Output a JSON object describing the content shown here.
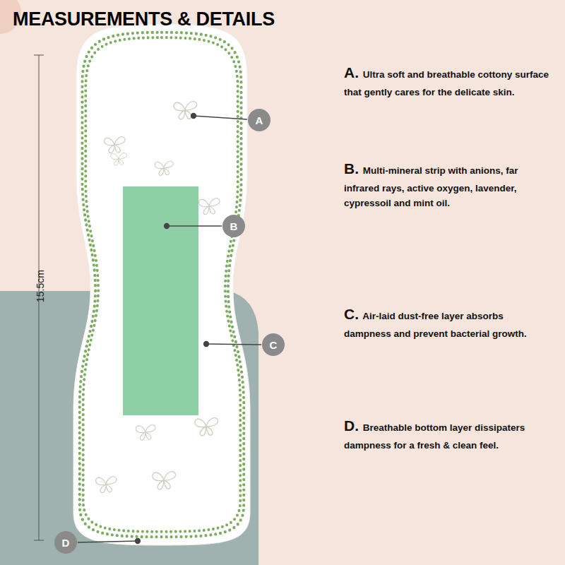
{
  "diagram": {
    "title": "MEASUREMENTS & DETAILS",
    "nodes": [
      {
        "text": [
          "A"
        ]
      },
      {
        "text": [
          "B"
        ]
      },
      {
        "text": [
          "C"
        ]
      },
      {
        "text": [
          "D"
        ]
      }
    ],
    "labels": [
      "15.5cm",
      "A.",
      "Ultra soft and breathable cottony surface that gently cares for the delicate skin.",
      "B.",
      "Multi-mineral strip with anions, far infrared rays, active oxygen, lavender, cypressoil and mint oil.",
      "C.",
      "Air-laid dust-free layer absorbs dampness and prevent bacterial growth.",
      "D.",
      "Breathable bottom layer dissipaters dampness for a fresh & clean feel."
    ]
  }
}
